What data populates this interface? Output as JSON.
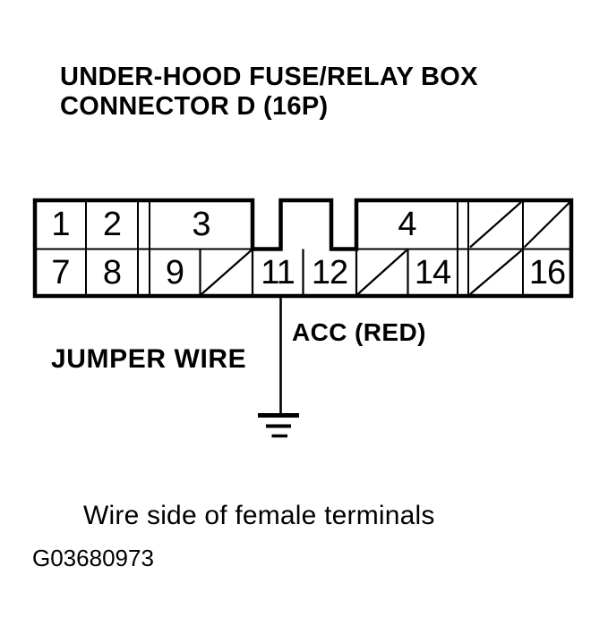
{
  "title": {
    "line1": "UNDER-HOOD FUSE/RELAY BOX",
    "line2": "CONNECTOR D (16P)"
  },
  "connector": {
    "pins": [
      {
        "label": "1"
      },
      {
        "label": "2"
      },
      {
        "label": "3"
      },
      {
        "label": "4"
      },
      {
        "label": "7"
      },
      {
        "label": "8"
      },
      {
        "label": "9"
      },
      {
        "label": "11"
      },
      {
        "label": "12"
      },
      {
        "label": "14"
      },
      {
        "label": "16"
      }
    ],
    "crossed_cell_count": 5
  },
  "labels": {
    "jumper_wire": "JUMPER WIRE",
    "acc": "ACC (RED)"
  },
  "caption": {
    "wire_side": "Wire side of female terminals",
    "figure_id": "G03680973"
  },
  "icons": {
    "ground_icon": "earth-ground-symbol"
  },
  "colors": {
    "ink": "#000000",
    "background": "#ffffff"
  }
}
